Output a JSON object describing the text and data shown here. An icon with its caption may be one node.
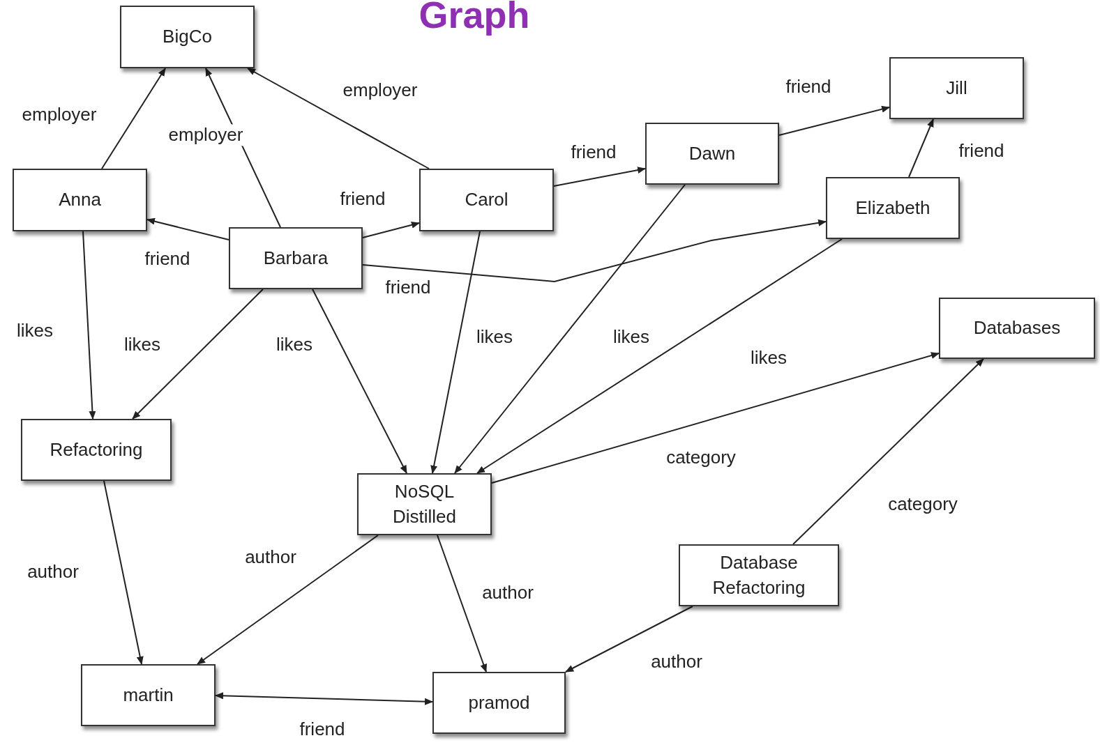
{
  "diagram": {
    "title": "Graph",
    "nodes": [
      {
        "text": [
          "BigCo"
        ]
      },
      {
        "text": [
          "Anna"
        ]
      },
      {
        "text": [
          "Carol"
        ]
      },
      {
        "text": [
          "Dawn"
        ]
      },
      {
        "text": [
          "Jill"
        ]
      },
      {
        "text": [
          "Barbara"
        ]
      },
      {
        "text": [
          "Elizabeth"
        ]
      },
      {
        "text": [
          "Databases"
        ]
      },
      {
        "text": [
          "Refactoring"
        ]
      },
      {
        "text": [
          "NoSQL Distilled"
        ]
      },
      {
        "text": [
          "Database Refactoring"
        ]
      },
      {
        "text": [
          "martin"
        ]
      },
      {
        "text": [
          "pramod"
        ]
      }
    ],
    "edges": [
      {
        "from": 1,
        "to": 0,
        "arrow": "to",
        "label": "employer"
      },
      {
        "from": 5,
        "to": 0,
        "arrow": "to",
        "label": "employer"
      },
      {
        "from": 2,
        "to": 0,
        "arrow": "to",
        "label": "employer"
      },
      {
        "from": 5,
        "to": 1,
        "arrow": "to",
        "label": "friend"
      },
      {
        "from": 5,
        "to": 2,
        "arrow": "to",
        "label": "friend"
      },
      {
        "from": 2,
        "to": 3,
        "arrow": "to",
        "label": "friend"
      },
      {
        "from": 3,
        "to": 4,
        "arrow": "to",
        "label": "friend"
      },
      {
        "from": 6,
        "to": 4,
        "arrow": "to",
        "label": "friend"
      },
      {
        "from": 5,
        "to": 6,
        "arrow": "to",
        "label": "friend"
      },
      {
        "from": 1,
        "to": 8,
        "arrow": "to",
        "label": "likes"
      },
      {
        "from": 5,
        "to": 8,
        "arrow": "to",
        "label": "likes"
      },
      {
        "from": 5,
        "to": 9,
        "arrow": "to",
        "label": "likes"
      },
      {
        "from": 2,
        "to": 9,
        "arrow": "to",
        "label": "likes"
      },
      {
        "from": 3,
        "to": 9,
        "arrow": "to",
        "label": "likes"
      },
      {
        "from": 6,
        "to": 9,
        "arrow": "to",
        "label": "likes"
      },
      {
        "from": 9,
        "to": 7,
        "arrow": "to",
        "label": "category"
      },
      {
        "from": 10,
        "to": 7,
        "arrow": "to",
        "label": "category"
      },
      {
        "from": 8,
        "to": 11,
        "arrow": "to",
        "label": "author"
      },
      {
        "from": 9,
        "to": 11,
        "arrow": "to",
        "label": "author"
      },
      {
        "from": 9,
        "to": 12,
        "arrow": "to",
        "label": "author"
      },
      {
        "from": 10,
        "to": 12,
        "arrow": "to",
        "label": "author"
      },
      {
        "from": 11,
        "to": 12,
        "arrow": "both",
        "label": "friend"
      }
    ]
  }
}
